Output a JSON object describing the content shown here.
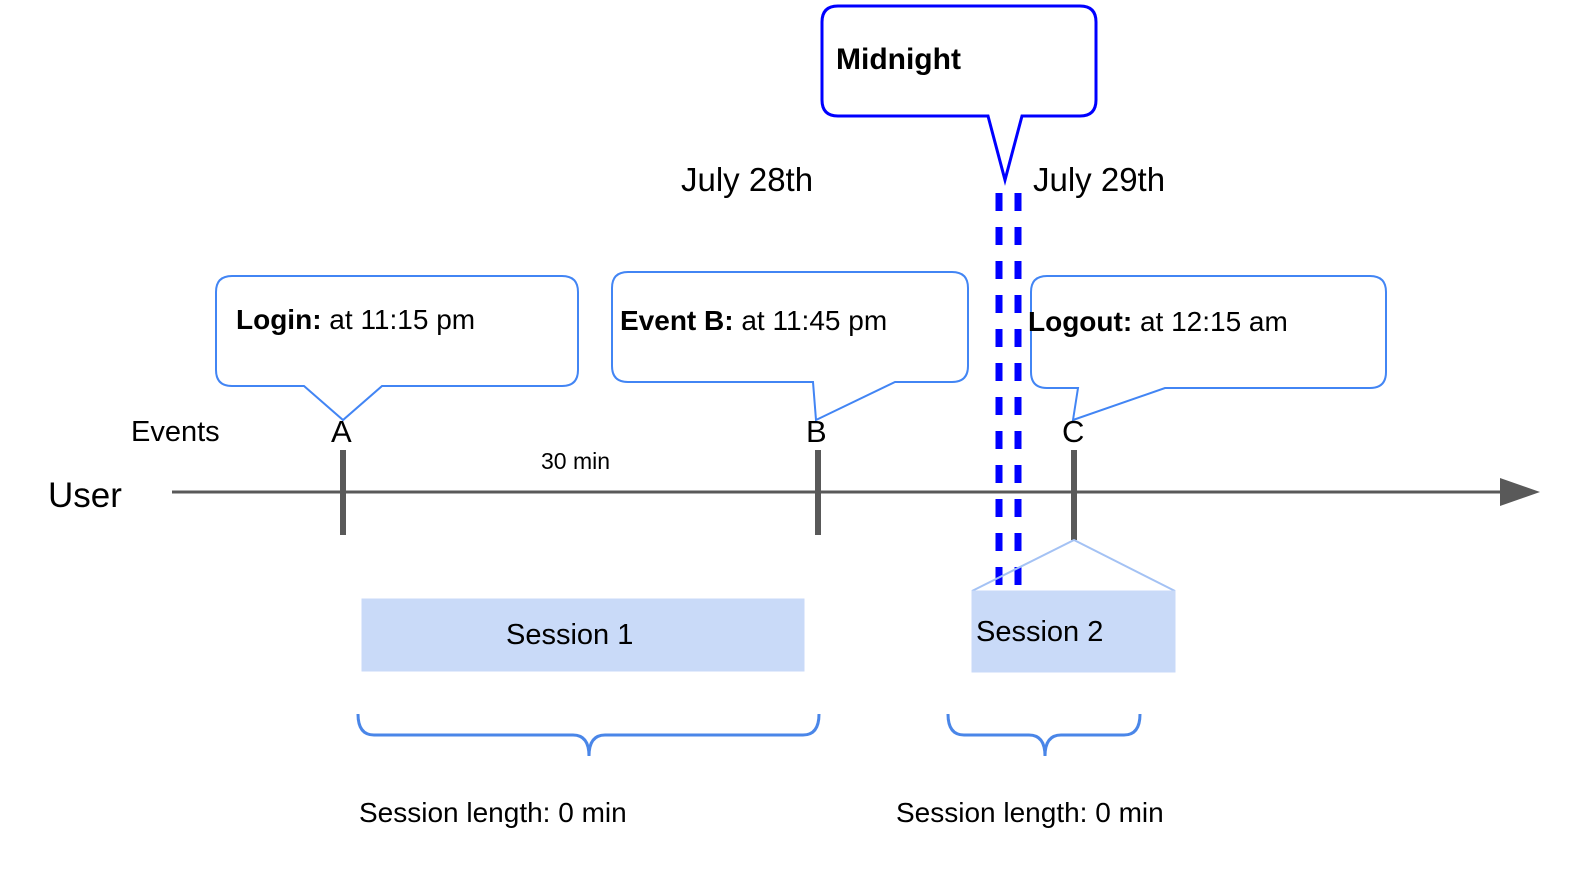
{
  "diagram": {
    "title_callout": {
      "label": "Midnight"
    },
    "axis": {
      "row_label": "User",
      "events_label": "Events",
      "arrow_icon": "arrow-right-icon",
      "line_color": "#595959"
    },
    "dates": [
      {
        "label": "July 28th"
      },
      {
        "label": "July 29th"
      }
    ],
    "midnight_divider": {
      "icon": "dashed-divider-icon",
      "color": "#0000FF"
    },
    "events": [
      {
        "marker": "A",
        "callout_bold": "Login:",
        "callout_rest": " at 11:15 pm"
      },
      {
        "marker": "B",
        "callout_bold": "Event B:",
        "callout_rest": " at 11:45 pm"
      },
      {
        "marker": "C",
        "callout_bold": "Logout:",
        "callout_rest": " at 12:15 am"
      }
    ],
    "interval": {
      "label": "30 min"
    },
    "sessions": [
      {
        "label": "Session 1",
        "length_label": "Session length: 0 min"
      },
      {
        "label": "Session 2",
        "length_label": "Session length: 0 min"
      }
    ],
    "colors": {
      "callout_border": "#4285F4",
      "midnight_border": "#0000FF",
      "session_fill": "#C9DAF8",
      "session_edge": "#A4C2F4",
      "brace": "#4A86E8",
      "marker": "#595959"
    }
  }
}
